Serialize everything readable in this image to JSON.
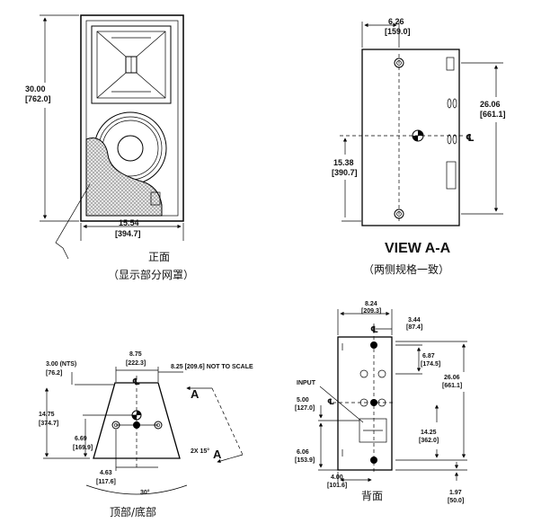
{
  "front_view": {
    "height_in": "30.00",
    "height_mm": "[762.0]",
    "width_in": "15.54",
    "width_mm": "[394.7]",
    "caption": "正面",
    "subcaption": "（显示部分网罩）"
  },
  "side_view": {
    "top_in": "6.26",
    "top_mm": "[159.0]",
    "right_in": "26.06",
    "right_mm": "[661.1]",
    "left_in": "15.38",
    "left_mm": "[390.7]",
    "cl": "℄",
    "title": "VIEW A-A",
    "subcaption": "（两侧规格一致）"
  },
  "top_view": {
    "nts_in": "3.00 (NTS)",
    "nts_mm": "[76.2]",
    "mid_in": "8.75",
    "mid_mm": "[222.3]",
    "right_note": "8.25 [209.6] NOT TO SCALE",
    "left_in": "14.75",
    "left_mm": "[374.7]",
    "inner_in": "6.69",
    "inner_mm": "[169.9]",
    "bottom_in": "4.63",
    "bottom_mm": "[117.6]",
    "angle_side": "2X 15°",
    "angle_bottom": "30°",
    "section_mark": "A",
    "cl": "℄",
    "caption": "顶部/底部"
  },
  "back_view": {
    "top_in": "8.24",
    "top_mm": "[209.3]",
    "right_small_in": "3.44",
    "right_small_mm": "[87.4]",
    "right_mid_in": "6.87",
    "right_mid_mm": "[174.5]",
    "right_in": "26.06",
    "right_mm": "[661.1]",
    "input_label": "INPUT",
    "left_upper_in": "5.00",
    "left_upper_mm": "[127.0]",
    "right_lower_in": "14.25",
    "right_lower_mm": "[362.0]",
    "left_lower_in": "6.06",
    "left_lower_mm": "[153.9]",
    "bottom_in": "4.00",
    "bottom_mm": "[101.6]",
    "far_right_in": "1.97",
    "far_right_mm": "[50.0]",
    "cl": "℄",
    "caption": "背面"
  }
}
